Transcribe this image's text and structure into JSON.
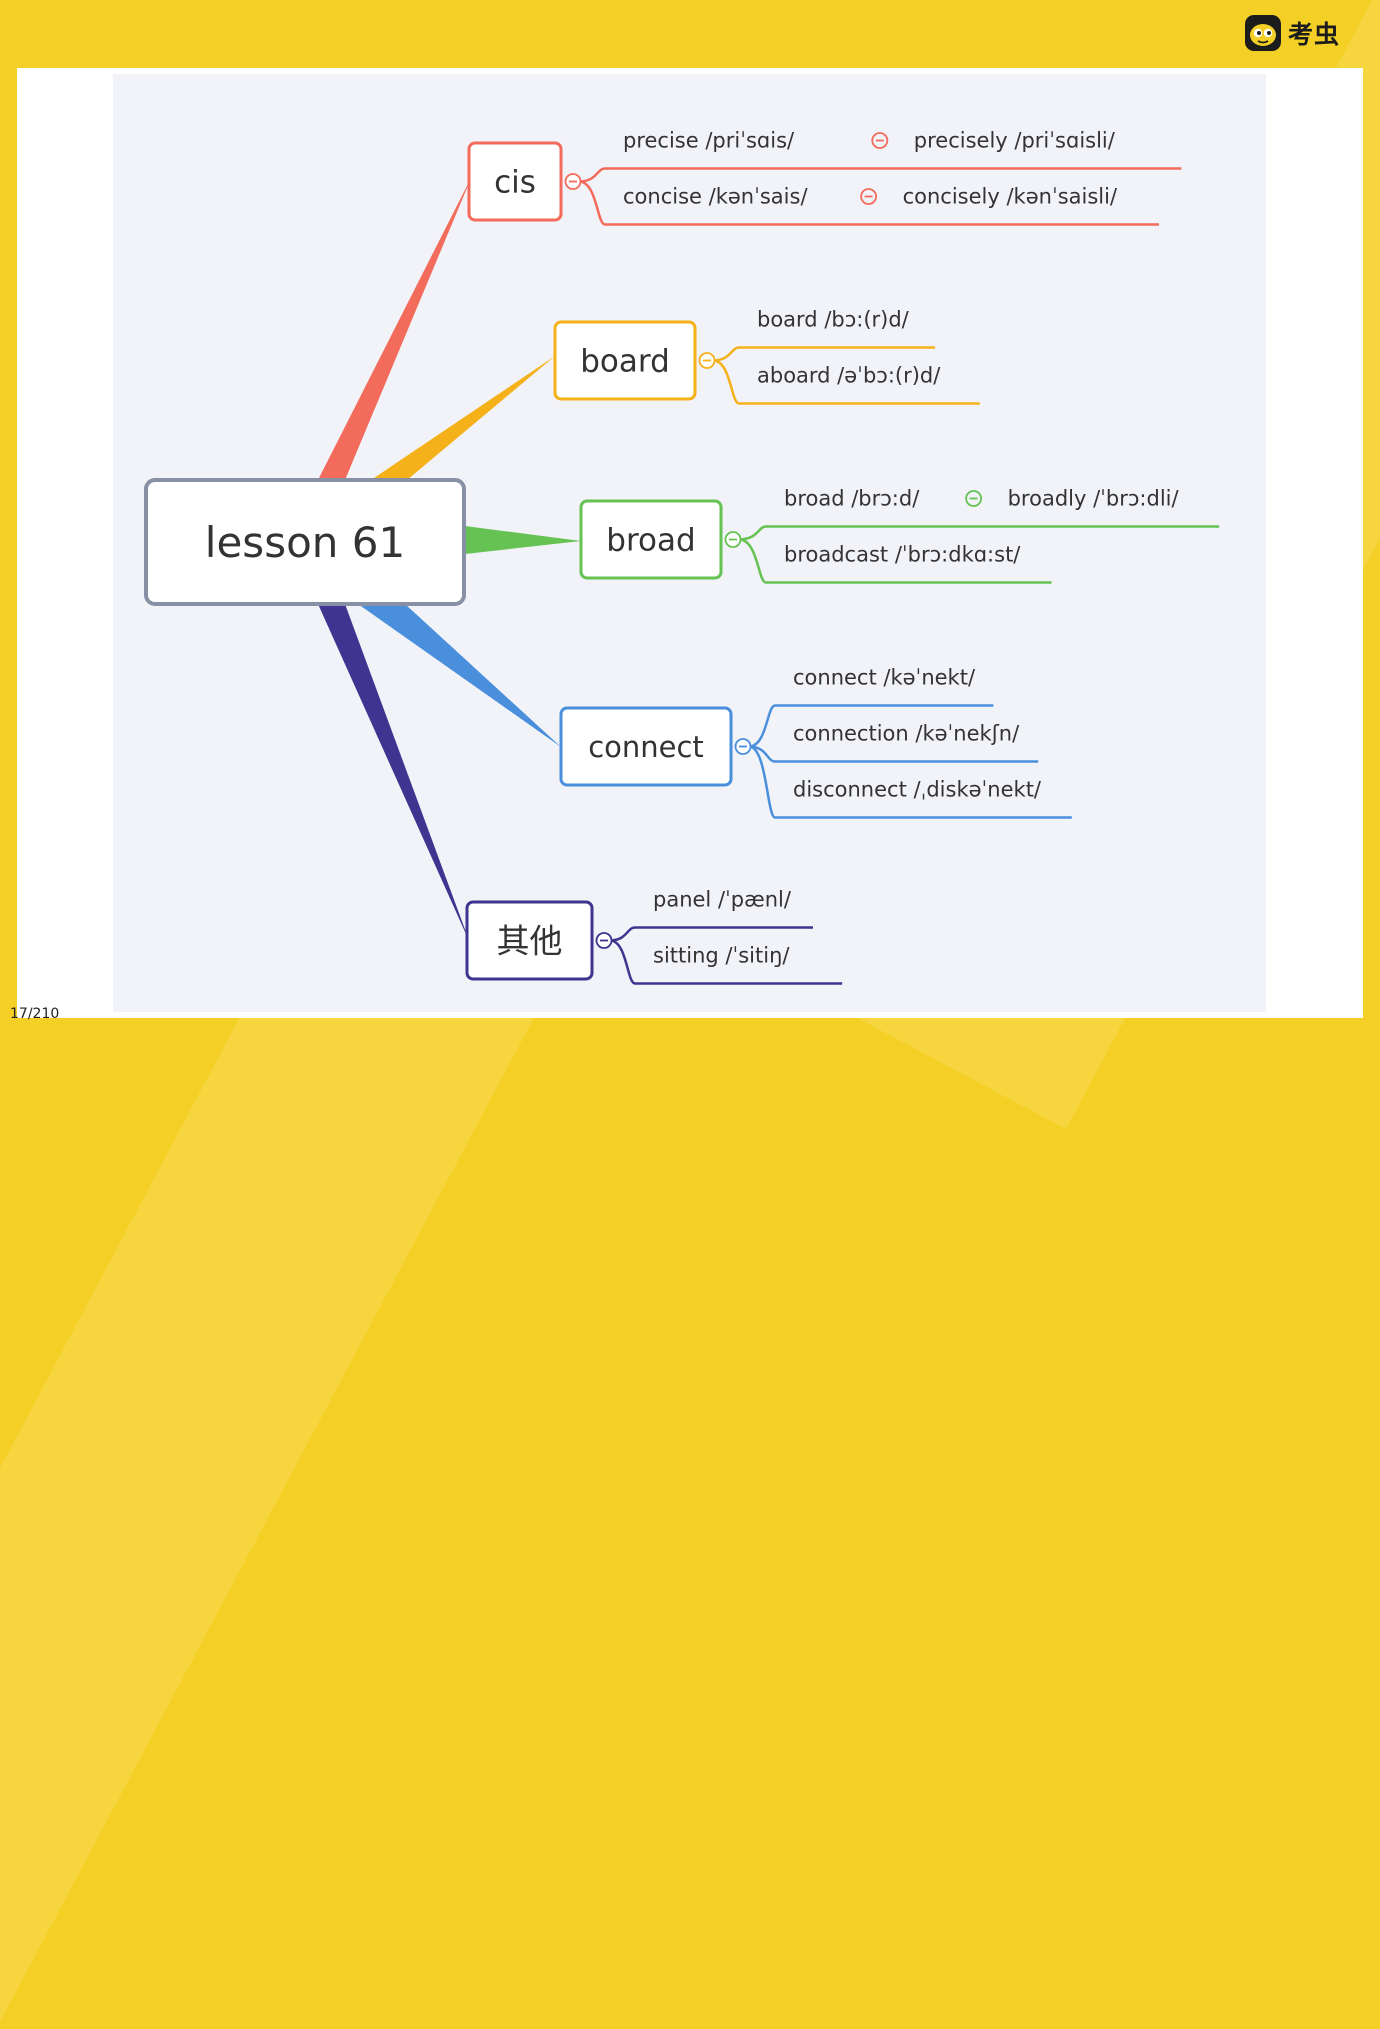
{
  "brand": {
    "name": "考虫",
    "icon": "bug-logo-icon"
  },
  "page_number": "17/210",
  "mindmap": {
    "root": "lesson 61",
    "branches": [
      {
        "label": "cis",
        "color": "#f26b5b",
        "lines": [
          [
            "precise  /priˈsɑis/",
            "precisely  /priˈsɑisli/"
          ],
          [
            "concise /kənˈsais/",
            "concisely /kənˈsaisli/"
          ]
        ]
      },
      {
        "label": "board",
        "color": "#f5b119",
        "lines": [
          [
            "board /bɔ:(r)d/"
          ],
          [
            "aboard  /əˈbɔ:(r)d/"
          ]
        ]
      },
      {
        "label": "broad",
        "color": "#66c252",
        "lines": [
          [
            "broad /brɔ:d/",
            "broadly /ˈbrɔ:dli/"
          ],
          [
            "broadcast /ˈbrɔ:dkɑ:st/"
          ]
        ]
      },
      {
        "label": "connect",
        "color": "#4a8fdc",
        "lines": [
          [
            "connect /kəˈnekt/"
          ],
          [
            "connection /kəˈnekʃn/"
          ],
          [
            "disconnect /ˌdiskəˈnekt/"
          ]
        ]
      },
      {
        "label": "其他",
        "color": "#3f3590",
        "lines": [
          [
            "panel /ˈpænl/"
          ],
          [
            "sitting /ˈsitiŋ/"
          ]
        ]
      }
    ]
  }
}
